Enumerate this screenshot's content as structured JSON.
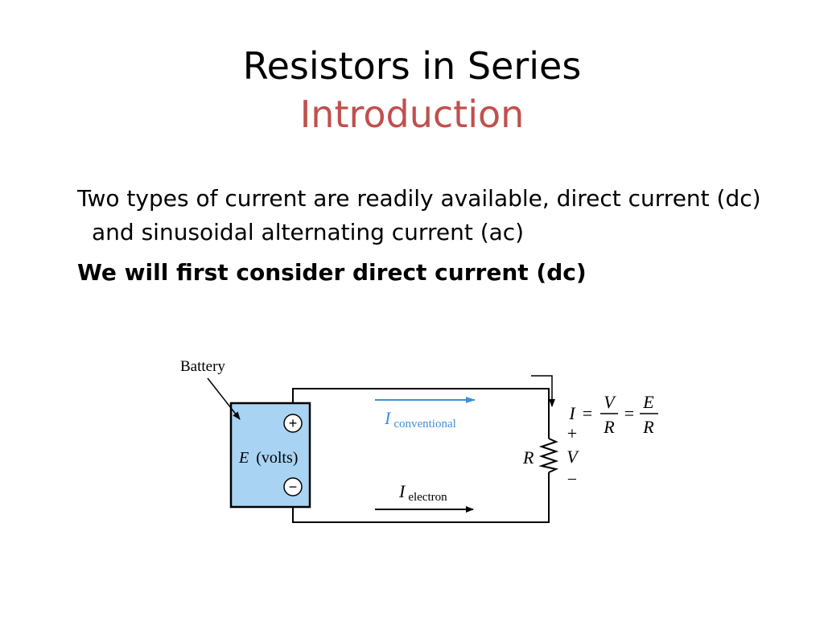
{
  "slide": {
    "title": "Resistors in Series",
    "subtitle": "Introduction",
    "paragraphs": [
      "Two types of current are readily available, direct current (dc) and sinusoidal alternating current (ac)",
      "We will first consider direct current (dc)"
    ]
  },
  "diagram": {
    "battery_label": "Battery",
    "battery_value_var": "E",
    "battery_value_unit": "(volts)",
    "plus_symbol": "+",
    "minus_symbol": "−",
    "conventional_var": "I",
    "conventional_sub": "conventional",
    "electron_var": "I",
    "electron_sub": "electron",
    "resistor_label": "R",
    "voltage_plus": "+",
    "voltage_label": "V",
    "voltage_minus": "−",
    "ohms_law": {
      "lhs": "I",
      "eq1": "=",
      "num1": "V",
      "den1": "R",
      "eq2": "=",
      "num2": "E",
      "den2": "R"
    },
    "colors": {
      "battery_fill": "#a9d3f2",
      "conventional_arrow": "#3f8fd6",
      "wire": "#000000",
      "subtitle": "#c0504d"
    }
  }
}
